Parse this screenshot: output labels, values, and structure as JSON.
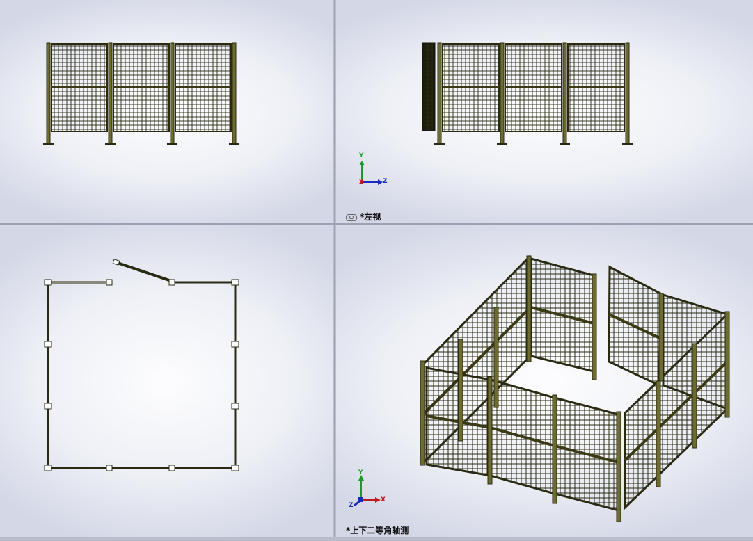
{
  "window": {
    "viewports": [
      {
        "id": "front",
        "label": ""
      },
      {
        "id": "left",
        "label": "*左视"
      },
      {
        "id": "top",
        "label": ""
      },
      {
        "id": "iso",
        "label": "*上下二等角轴测"
      }
    ]
  },
  "triad": {
    "left_view": {
      "y": "Y",
      "x": "X",
      "z": "Z"
    },
    "iso_view": {
      "y": "Y",
      "x": "X",
      "z": "Z"
    }
  },
  "colors": {
    "frame": "#3b3a14",
    "frame_fill": "#7a7a3a",
    "mesh": "#2a2a12",
    "y_axis": "#1a9a2a",
    "x_axis": "#c01a1a",
    "z_axis": "#1a2ac0"
  }
}
